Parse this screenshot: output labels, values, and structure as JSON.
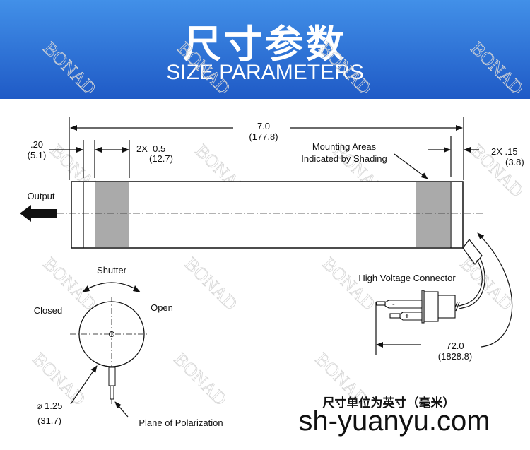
{
  "header": {
    "title": "尺寸参数",
    "subtitle": "SIZE PARAMETERS",
    "color_top": "#4290e8",
    "color_bottom": "#1f5ac6"
  },
  "drawing": {
    "overall_length": "7.0",
    "overall_length_mm": "(177.8)",
    "end_offset": ".20",
    "end_offset_mm": "(5.1)",
    "mount_width": "2X  0.5",
    "mount_width_mm": "(12.7)",
    "mount_note_1": "Mounting Areas",
    "mount_note_2": "Indicated by Shading",
    "end_gap": "2X .15",
    "end_gap_mm": "(3.8)",
    "output_label": "Output",
    "hv_label": "High Voltage Connector",
    "hv_minus": "-",
    "hv_plus": "+",
    "cable_length": "72.0",
    "cable_length_mm": "(1828.8)",
    "shutter_label": "Shutter",
    "closed_label": "Closed",
    "open_label": "Open",
    "diameter": "⌀ 1.25",
    "diameter_mm": "(31.7)",
    "polarization_label": "Plane of Polarization",
    "shading_color": "#aaaaaa"
  },
  "footer": {
    "units_note": "尺寸单位为英寸（毫米）",
    "website": "sh-yuanyu.com"
  },
  "watermark": "BONAD"
}
